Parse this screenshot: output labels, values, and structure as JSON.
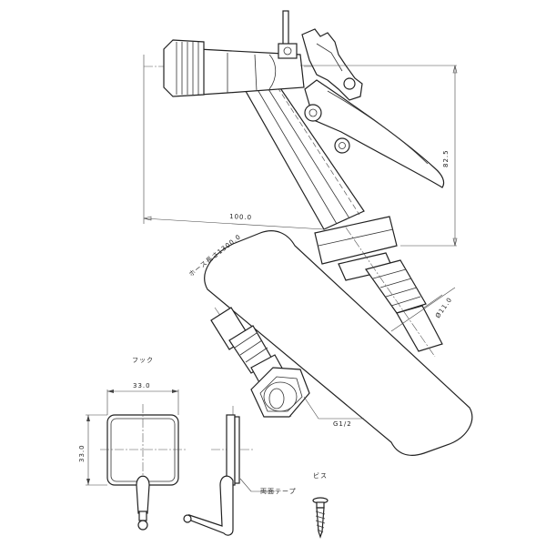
{
  "dimensions": {
    "length": "100.0",
    "height": "82.5",
    "outlet_diameter": "Ø11.0"
  },
  "labels": {
    "hose_length": "ホース長さ1300.0",
    "thread": "G1/2",
    "hook": "フック",
    "hook_width": "33.0",
    "hook_height": "33.0",
    "double_sided_tape": "両面テープ",
    "screw": "ビス"
  }
}
